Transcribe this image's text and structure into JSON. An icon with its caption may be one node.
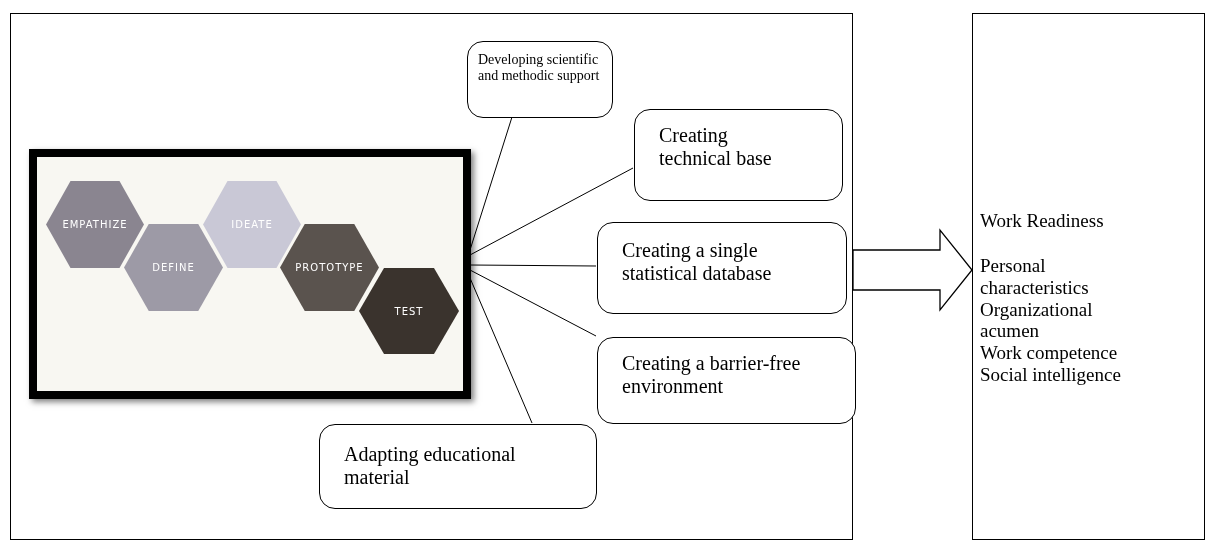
{
  "diagram": {
    "nodes": [
      {
        "text": [],
        "shape": "box"
      },
      {
        "text": [],
        "shape": "picture",
        "in": 0
      },
      {
        "text": [
          "EMPATHIZE"
        ],
        "in": 1
      },
      {
        "text": [
          "DEFINE"
        ],
        "in": 1
      },
      {
        "text": [
          "IDEATE"
        ],
        "in": 1
      },
      {
        "text": [
          "PROTOTYPE"
        ],
        "in": 1
      },
      {
        "text": [
          "TEST"
        ],
        "in": 1
      },
      {
        "text": [
          "Developing scientific and methodic support"
        ],
        "in": 0
      },
      {
        "text": [
          "Creating technical base"
        ],
        "in": 0
      },
      {
        "text": [
          "Creating a single statistical database"
        ],
        "in": 0
      },
      {
        "text": [
          "Creating a barrier-free environment"
        ],
        "in": 0
      },
      {
        "text": [
          "Adapting educational material"
        ],
        "in": 0
      },
      {
        "text": [
          "Work Readiness",
          "Personal characteristics",
          "Organizational acumen",
          "Work competence",
          "Social intelligence"
        ]
      }
    ],
    "edges": [
      {
        "from": 1,
        "to": 7,
        "arrow": "none"
      },
      {
        "from": 1,
        "to": 8,
        "arrow": "none"
      },
      {
        "from": 1,
        "to": 9,
        "arrow": "none"
      },
      {
        "from": 1,
        "to": 10,
        "arrow": "none"
      },
      {
        "from": 1,
        "to": 11,
        "arrow": "none"
      },
      {
        "from": 0,
        "to": 12,
        "arrow": "to",
        "style": "thick"
      }
    ]
  }
}
